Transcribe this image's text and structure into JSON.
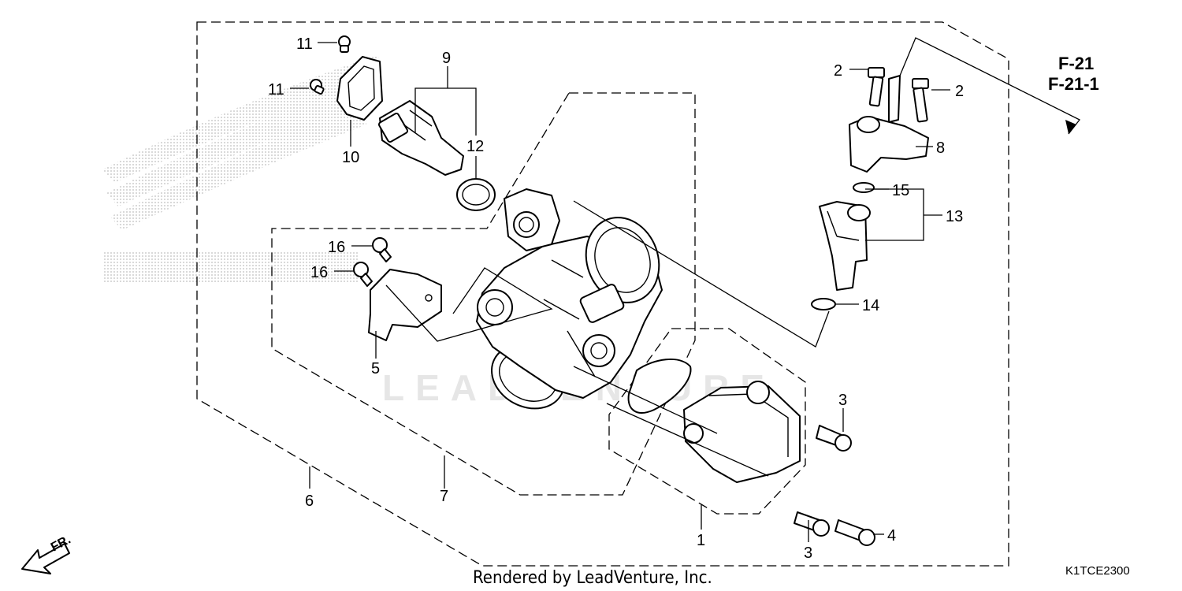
{
  "diagram": {
    "callouts": {
      "c1": "1",
      "c2a": "2",
      "c2b": "2",
      "c3a": "3",
      "c3b": "3",
      "c4": "4",
      "c5": "5",
      "c6": "6",
      "c7": "7",
      "c8": "8",
      "c9": "9",
      "c10": "10",
      "c11a": "11",
      "c11b": "11",
      "c12": "12",
      "c13": "13",
      "c14": "14",
      "c15": "15",
      "c16a": "16",
      "c16b": "16"
    },
    "ref_lines": [
      "F-21",
      "F-21-1"
    ],
    "front_marker": "FR.",
    "footer": "Rendered by LeadVenture, Inc.",
    "diagram_code": "K1TCE2300",
    "watermark": "LEADVENTURE"
  }
}
